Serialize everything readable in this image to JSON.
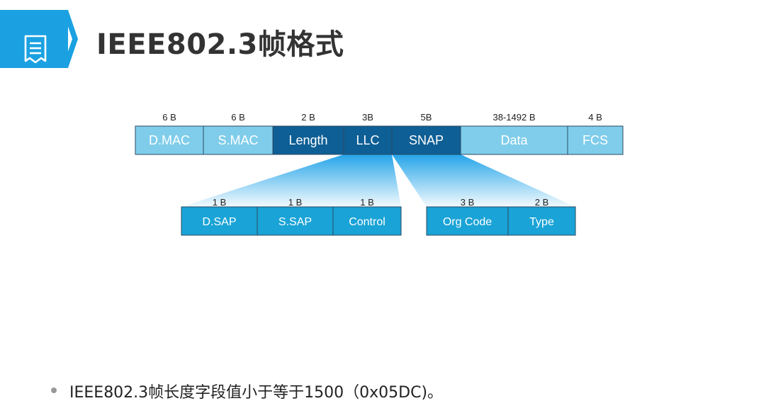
{
  "title": "IEEE802.3帧格式",
  "colors": {
    "accent": "#1ba1e2",
    "light_field": "#7fcdea",
    "dark_field": "#0e5f95",
    "sub_field": "#1aa3d6"
  },
  "icons": {
    "header": "document-list-icon"
  },
  "frame_fields": [
    {
      "size": "6 B",
      "label": "D.MAC"
    },
    {
      "size": "6 B",
      "label": "S.MAC"
    },
    {
      "size": "2 B",
      "label": "Length"
    },
    {
      "size": "3B",
      "label": "LLC"
    },
    {
      "size": "5B",
      "label": "SNAP"
    },
    {
      "size": "38-1492 B",
      "label": "Data"
    },
    {
      "size": "4 B",
      "label": "FCS"
    }
  ],
  "llc_fields": [
    {
      "size": "1 B",
      "label": "D.SAP"
    },
    {
      "size": "1 B",
      "label": "S.SAP"
    },
    {
      "size": "1 B",
      "label": "Control"
    }
  ],
  "snap_fields": [
    {
      "size": "3 B",
      "label": "Org Code"
    },
    {
      "size": "2 B",
      "label": "Type"
    }
  ],
  "note": "IEEE802.3帧长度字段值小于等于1500（0x05DC)。"
}
